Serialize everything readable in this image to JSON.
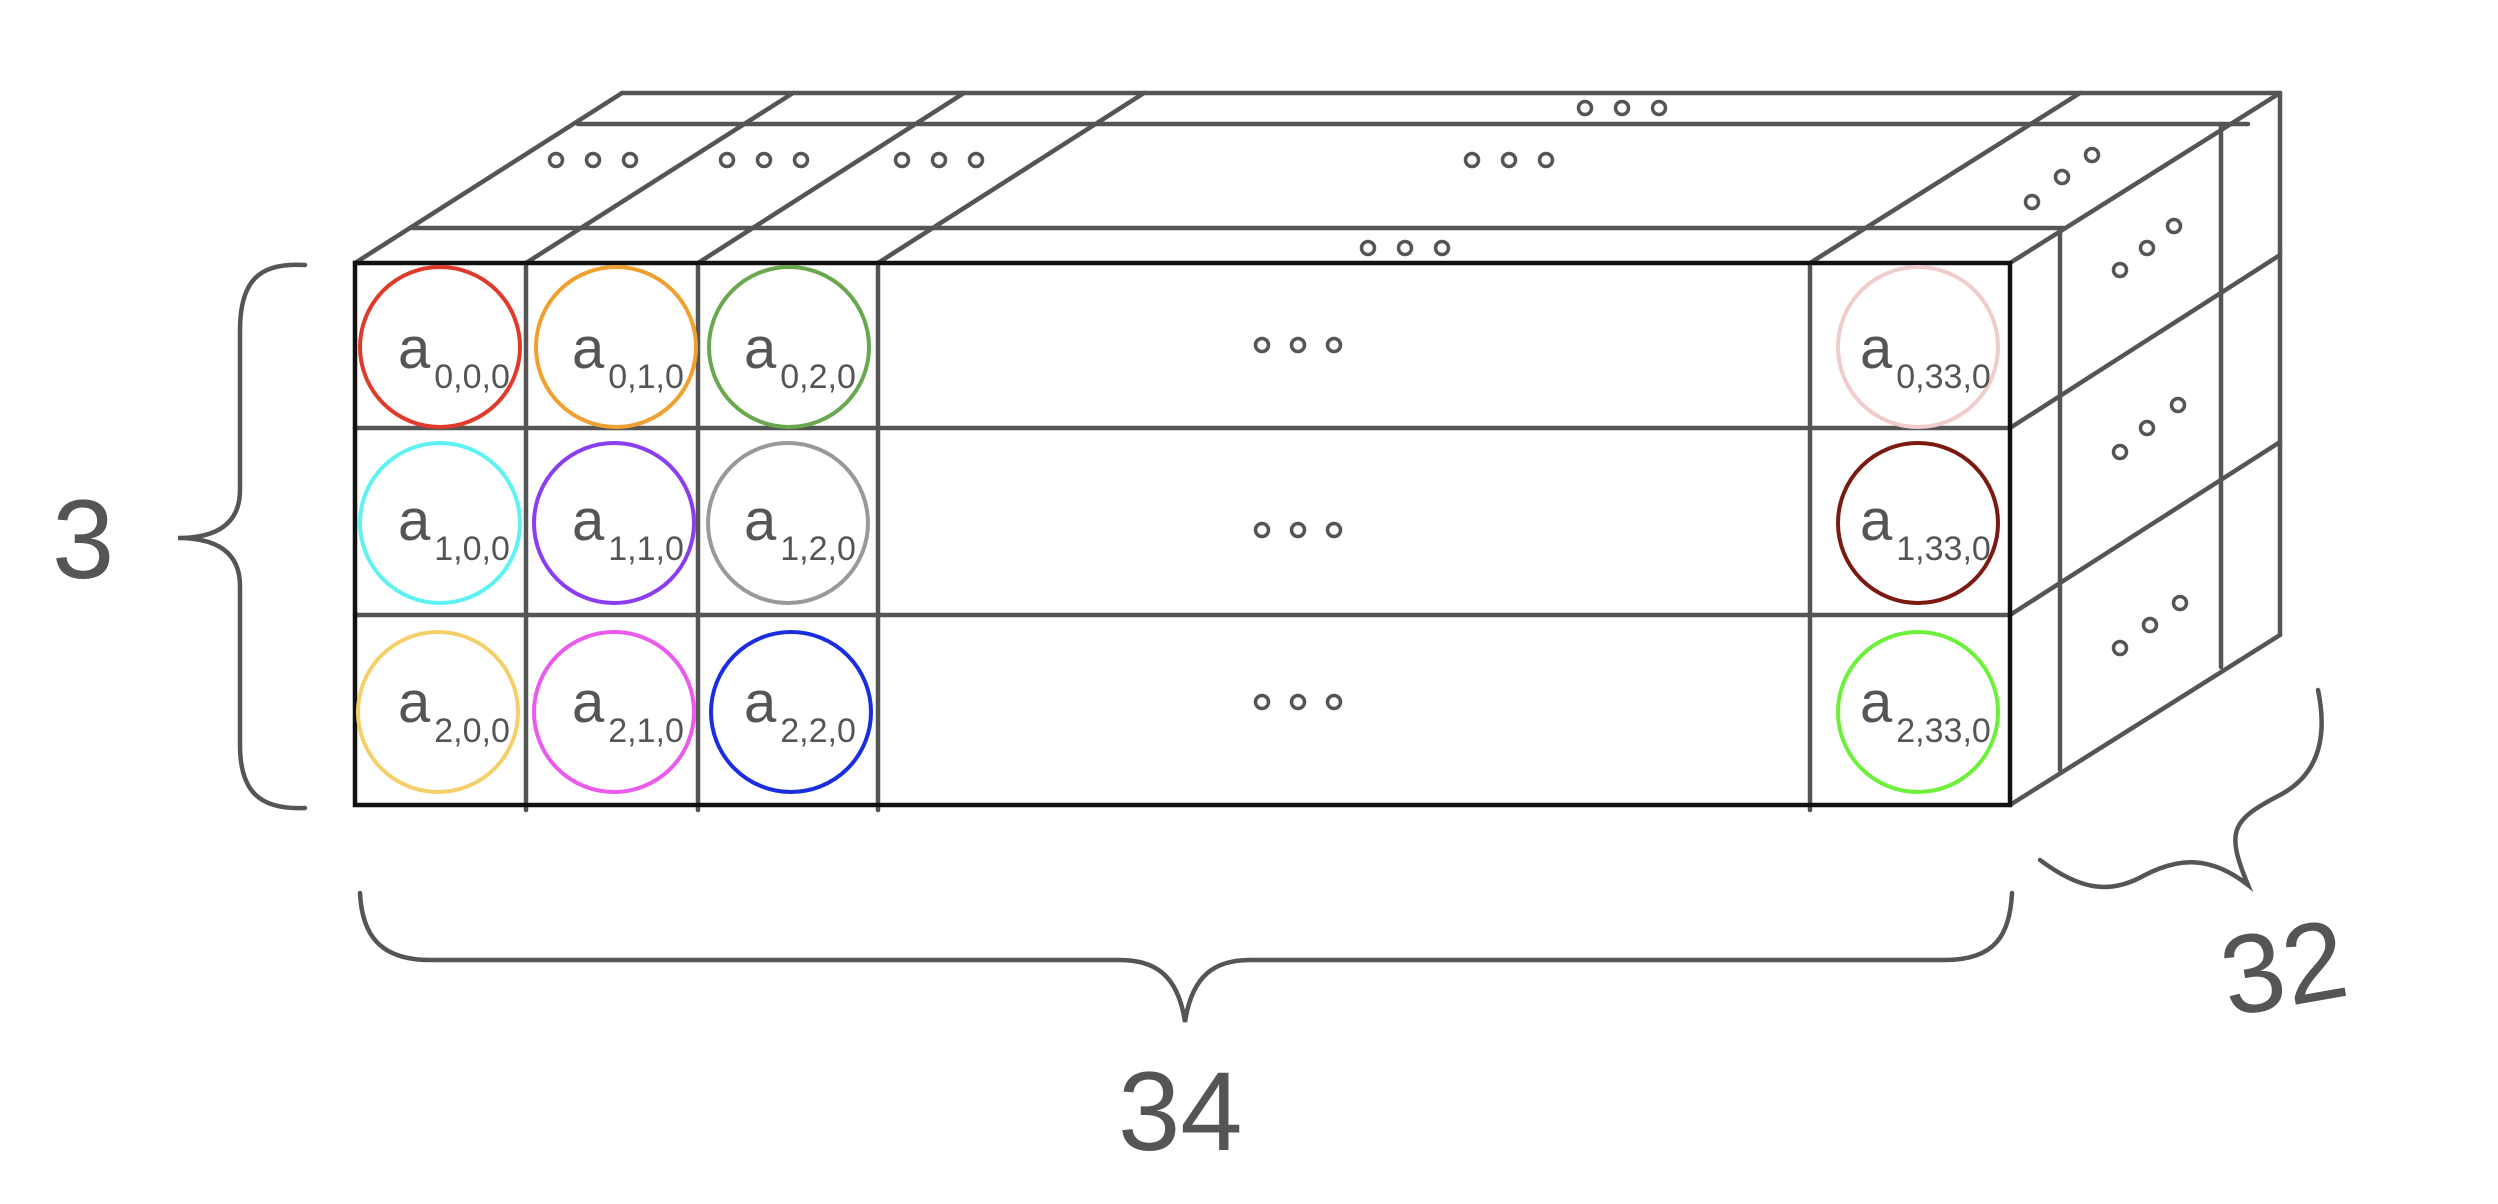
{
  "dimensions": {
    "height": "3",
    "width": "34",
    "depth": "32"
  },
  "cells": [
    {
      "base": "a",
      "sub": "0,0,0",
      "color": "#e03a2a"
    },
    {
      "base": "a",
      "sub": "0,1,0",
      "color": "#f0a030"
    },
    {
      "base": "a",
      "sub": "0,2,0",
      "color": "#6aa84f"
    },
    {
      "base": "a",
      "sub": "0,33,0",
      "color": "#f0cccc"
    },
    {
      "base": "a",
      "sub": "1,0,0",
      "color": "#5ef2f2"
    },
    {
      "base": "a",
      "sub": "1,1,0",
      "color": "#8a3ef0"
    },
    {
      "base": "a",
      "sub": "1,2,0",
      "color": "#999999"
    },
    {
      "base": "a",
      "sub": "1,33,0",
      "color": "#7a1a10"
    },
    {
      "base": "a",
      "sub": "2,0,0",
      "color": "#f5d06a"
    },
    {
      "base": "a",
      "sub": "2,1,0",
      "color": "#ec5aec"
    },
    {
      "base": "a",
      "sub": "2,2,0",
      "color": "#1a2ee0"
    },
    {
      "base": "a",
      "sub": "2,33,0",
      "color": "#6cf03a"
    }
  ]
}
